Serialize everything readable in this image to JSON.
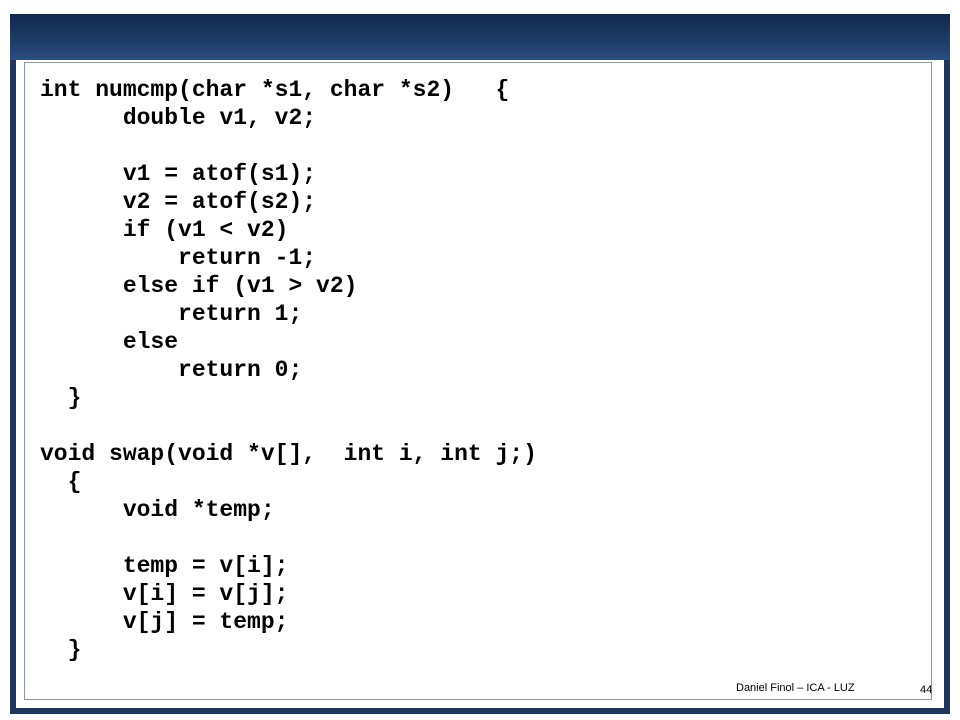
{
  "slide": {
    "code_lines": [
      "int numcmp(char *s1, char *s2)   {",
      "      double v1, v2;",
      "",
      "      v1 = atof(s1);",
      "      v2 = atof(s2);",
      "      if (v1 < v2)",
      "          return -1;",
      "      else if (v1 > v2)",
      "          return 1;",
      "      else",
      "          return 0;",
      "  }",
      "",
      "void swap(void *v[],  int i, int j;)",
      "  {",
      "      void *temp;",
      "",
      "      temp = v[i];",
      "      v[i] = v[j];",
      "      v[j] = temp;",
      "  }"
    ],
    "footer_author": "Daniel Finol – ICA - LUZ",
    "slide_number": "44"
  }
}
